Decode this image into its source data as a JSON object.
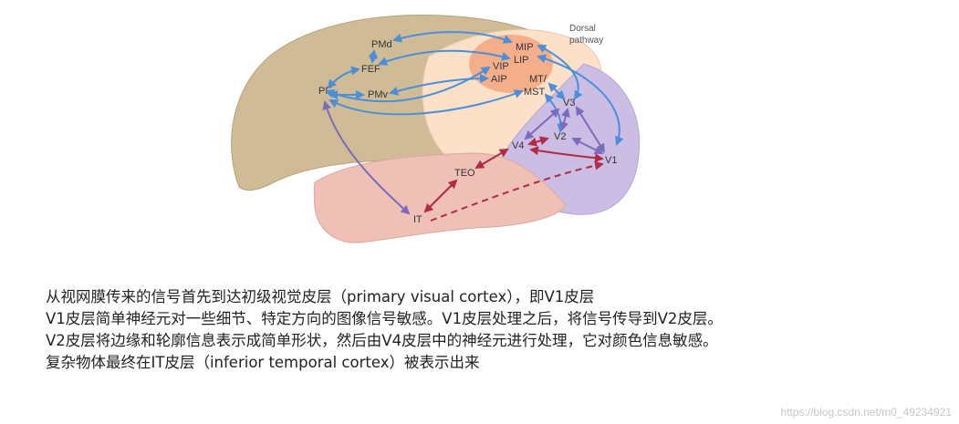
{
  "diagram": {
    "pathway_label": [
      "Dorsal",
      "pathway"
    ],
    "regions": {
      "pmd": "PMd",
      "fef": "FEF",
      "pf": "PF",
      "pmv": "PMv",
      "mip": "MIP",
      "lip": "LIP",
      "vip": "VIP",
      "aip": "AIP",
      "mt_mst": [
        "MT/",
        "MST"
      ],
      "v3": "V3",
      "v2": "V2",
      "v4": "V4",
      "v1": "V1",
      "teo": "TEO",
      "it": "IT"
    },
    "colors": {
      "frontal": "#cfbb95",
      "parietal": "#fce0c8",
      "parietal_areas": "#f4a883",
      "occipital": "#cbbde4",
      "temporal": "#eec0b6",
      "dorsal_arrow": "#4a8fd8",
      "ventral_arrow": "#b02b45",
      "occipital_arrow": "#7a6bbd"
    }
  },
  "caption": [
    "从视网膜传来的信号首先到达初级视觉皮层（primary visual cortex），即V1皮层",
    "V1皮层简单神经元对一些细节、特定方向的图像信号敏感。V1皮层处理之后，将信号传导到V2皮层。",
    "V2皮层将边缘和轮廓信息表示成简单形状，然后由V4皮层中的神经元进行处理，它对颜色信息敏感。",
    "复杂物体最终在IT皮层（inferior temporal cortex）被表示出来"
  ],
  "watermark": "https://blog.csdn.net/m0_49234921"
}
